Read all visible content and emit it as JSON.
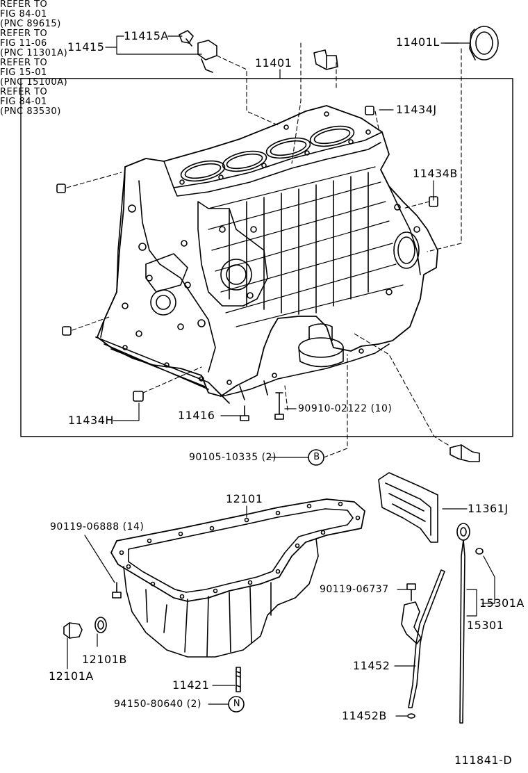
{
  "diagram": {
    "figure_id": "111841-D",
    "parts": [
      {
        "key": "p11415",
        "text": "11415"
      },
      {
        "key": "p11415A",
        "text": "11415A"
      },
      {
        "key": "p11401",
        "text": "11401"
      },
      {
        "key": "p11401L",
        "text": "11401L"
      },
      {
        "key": "p11434J",
        "text": "11434J"
      },
      {
        "key": "p11434B",
        "text": "11434B"
      },
      {
        "key": "p11434H",
        "text": "11434H"
      },
      {
        "key": "p11416",
        "text": "11416"
      },
      {
        "key": "p909100",
        "text": "90910-02122 (10)"
      },
      {
        "key": "p901051",
        "text": "90105-10335 (2)"
      },
      {
        "key": "p12101",
        "text": "12101"
      },
      {
        "key": "p901190",
        "text": "90119-06888 (14)"
      },
      {
        "key": "p11361J",
        "text": "11361J"
      },
      {
        "key": "p901197",
        "text": "90119-06737"
      },
      {
        "key": "p15301A",
        "text": "15301A"
      },
      {
        "key": "p15301",
        "text": "15301"
      },
      {
        "key": "p11452",
        "text": "11452"
      },
      {
        "key": "p11452B",
        "text": "11452B"
      },
      {
        "key": "p12101B",
        "text": "12101B"
      },
      {
        "key": "p12101A",
        "text": "12101A"
      },
      {
        "key": "p11421",
        "text": "11421"
      },
      {
        "key": "p941508",
        "text": "94150-80640 (2)"
      }
    ],
    "references": [
      {
        "key": "r1",
        "text": "REFER TO\nFIG 84-01\n(PNC 89615)"
      },
      {
        "key": "r2",
        "text": "REFER TO\nFIG 11-06\n(PNC 11301A)"
      },
      {
        "key": "r3",
        "text": "REFER TO\nFIG 15-01\n(PNC 15100A)"
      },
      {
        "key": "r4",
        "text": "REFER TO\nFIG 84-01\n(PNC 83530)"
      }
    ],
    "callouts": [
      {
        "key": "cB",
        "text": "B"
      },
      {
        "key": "cN",
        "text": "N"
      }
    ]
  }
}
